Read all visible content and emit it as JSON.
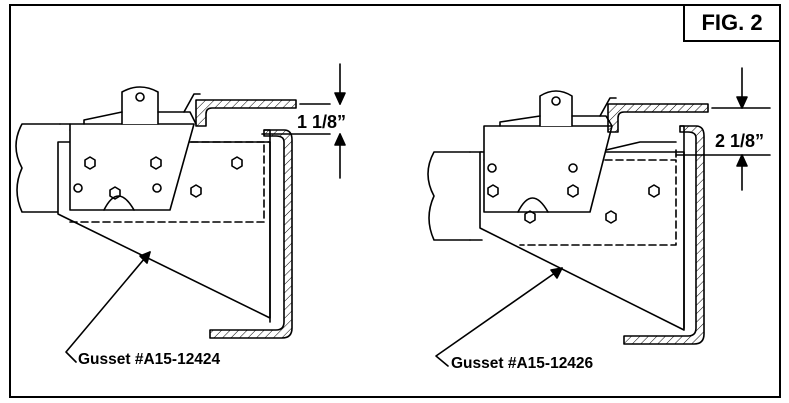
{
  "figure": {
    "label": "FIG. 2"
  },
  "left_view": {
    "dimension": "1 1/8”",
    "callout": "Gusset #A15-12424"
  },
  "right_view": {
    "dimension": "2 1/8”",
    "callout": "Gusset #A15-12426"
  },
  "colors": {
    "line": "#000000",
    "background": "#ffffff"
  }
}
